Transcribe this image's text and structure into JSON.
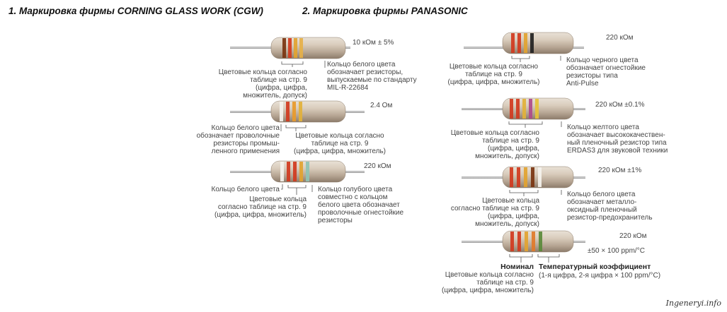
{
  "headings": {
    "h1": "1. Маркировка фирмы CORNING GLASS WORK (CGW)",
    "h2": "2. Маркировка фирмы PANASONIC"
  },
  "left": {
    "r1": {
      "value": "10 кОм ± 5%",
      "note_left": [
        "Цветовые кольца согласно",
        "таблице на стр. 9",
        "(цифра, цифра,",
        "множитель, допуск)"
      ],
      "note_right": [
        "Кольцо белого цвета",
        "обозначает резисторы,",
        "выпускаемые по стандарту",
        "MIL-R-22684"
      ],
      "bands": [
        "#7a3410",
        "#d13a1e",
        "#e2a330",
        "#e6b048"
      ]
    },
    "r2": {
      "value": "2.4 Ом",
      "note_left": [
        "Кольцо белого цвета",
        "обозначает проволочные",
        "резисторы промыш-",
        "ленного применения"
      ],
      "note_right": [
        "Цветовые кольца согласно",
        "таблице на стр. 9",
        "(цифра, цифра, множитель)"
      ],
      "bands": [
        "#f5f3ee",
        "#d13a1e",
        "#e89a2a",
        "#e2b13a"
      ]
    },
    "r3": {
      "value": "220 кОм",
      "note_left_top": [
        "Кольцо белого цвета"
      ],
      "note_left": [
        "Цветовые кольца",
        "согласно таблице на стр. 9",
        "(цифра, цифра, множитель)"
      ],
      "note_right": [
        "Кольцо голубого цвета",
        "совместно с кольцом",
        "белого цвета обозначает",
        "проволочные огнестойкие",
        "резисторы"
      ],
      "bands": [
        "#f5f3ee",
        "#d13a1e",
        "#d13a1e",
        "#e2a330",
        "#8fc3b3"
      ]
    }
  },
  "right": {
    "r1": {
      "value": "220 кОм",
      "note_left": [
        "Цветовые кольца согласно",
        "таблице на стр. 9",
        "(цифра, цифра, множитель)"
      ],
      "note_right": [
        "Кольцо черного цвета",
        "обозначает огнестойкие",
        "резисторы типа",
        "Anti-Pulse"
      ],
      "bands": [
        "#d13a1e",
        "#d13a1e",
        "#e2a330",
        "#222222"
      ]
    },
    "r2": {
      "value": "220 кОм ±0.1%",
      "note_left": [
        "Цветовые кольца согласно",
        "таблице на стр. 9",
        "(цифра, цифра,",
        "множитель, допуск)"
      ],
      "note_right": [
        "Кольцо желтого цвета",
        "обозначает высококачествен-",
        "ный пленочный резистор типа",
        "ERDAS3 для звуковой техники"
      ],
      "bands": [
        "#d13a1e",
        "#d13a1e",
        "#e2b13a",
        "#b04a8a",
        "#e6c23a"
      ]
    },
    "r3": {
      "value": "220 кОм ±1%",
      "note_left": [
        "Цветовые кольца",
        "согласно таблице на стр. 9",
        "(цифра, цифра,",
        "множитель, допуск)"
      ],
      "note_right": [
        "Кольцо белого цвета",
        "обозначает металло-",
        "оксидный пленочный",
        "резистор-предохранитель"
      ],
      "bands": [
        "#d13a1e",
        "#d13a1e",
        "#e2a330",
        "#7a3410",
        "#f5f3ee"
      ]
    },
    "r4": {
      "value": "220 кОм",
      "value2": "±50 × 100 ppm/°C",
      "label_nominal": "Номинал",
      "label_temp": "Температурный коэффициент",
      "note_left": [
        "Цветовые кольца согласно",
        "таблице на стр. 9",
        "(цифра, цифра, множитель)"
      ],
      "note_right": [
        "(1-я цифра, 2-я цифра × 100 ppm/°C)"
      ],
      "bands": [
        "#d13a1e",
        "#d13a1e",
        "#e2a330",
        "#e07a2a",
        "#5a8a3a"
      ]
    }
  },
  "watermark": "Ingeneryi.info"
}
